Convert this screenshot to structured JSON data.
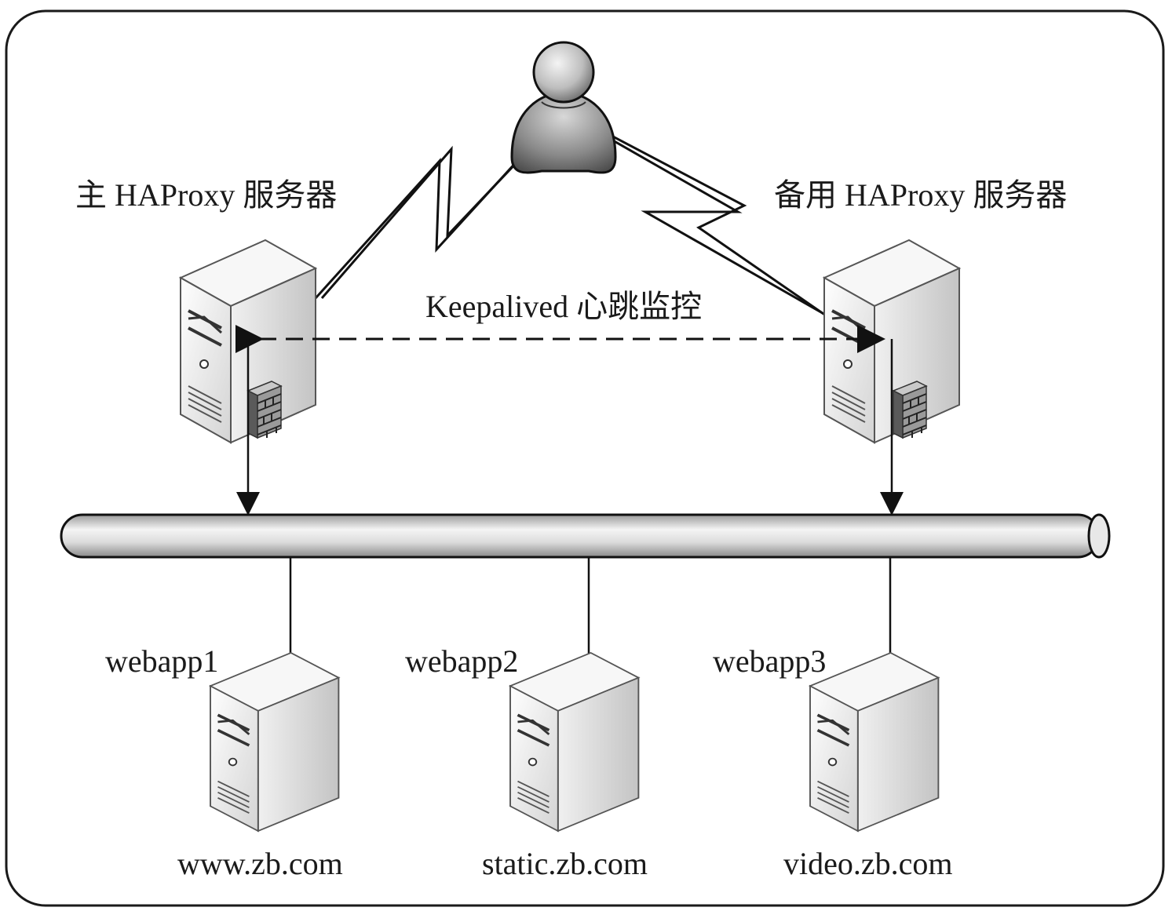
{
  "labels": {
    "primary_server": "主 HAProxy 服务器",
    "backup_server": "备用 HAProxy 服务器",
    "heartbeat": "Keepalived 心跳监控"
  },
  "webapps": [
    {
      "name": "webapp1",
      "domain": "www.zb.com"
    },
    {
      "name": "webapp2",
      "domain": "static.zb.com"
    },
    {
      "name": "webapp3",
      "domain": "video.zb.com"
    }
  ],
  "icons": {
    "client": "user-icon",
    "server": "server-icon",
    "firewall": "firewall-icon",
    "network": "network-bus"
  }
}
